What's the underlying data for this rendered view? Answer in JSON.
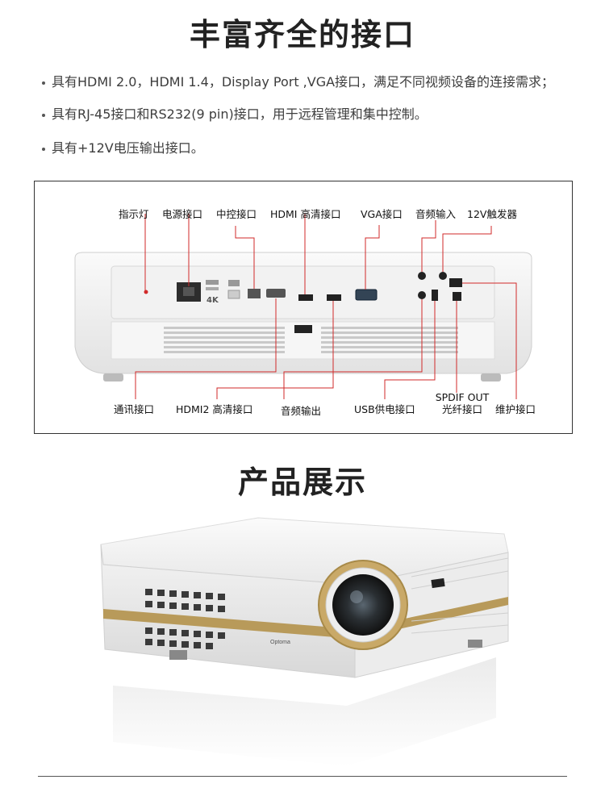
{
  "headings": {
    "interfaces": "丰富齐全的接口",
    "showcase": "产品展示"
  },
  "bullets": [
    "具有HDMI 2.0，HDMI 1.4，Display Port ,VGA接口，满足不同视频设备的连接需求；",
    "具有RJ-45接口和RS232(9 pin)接口，用于远程管理和集中控制。",
    "具有+12V电压输出接口。"
  ],
  "ports_top": [
    "指示灯",
    "电源接口",
    "中控接口",
    "HDMI 高清接口",
    "VGA接口",
    "音频输入",
    "12V触发器"
  ],
  "ports_bottom": [
    "通讯接口",
    "HDMI2 高清接口",
    "音频输出",
    "USB供电接口",
    "SPDIF OUT",
    "光纤接口",
    "维护接口"
  ],
  "panel_marks": {
    "k4": "4K",
    "brand": "Optoma"
  },
  "colors": {
    "leader_line": "#d12a2a",
    "gold_band": "#b89a5a"
  }
}
